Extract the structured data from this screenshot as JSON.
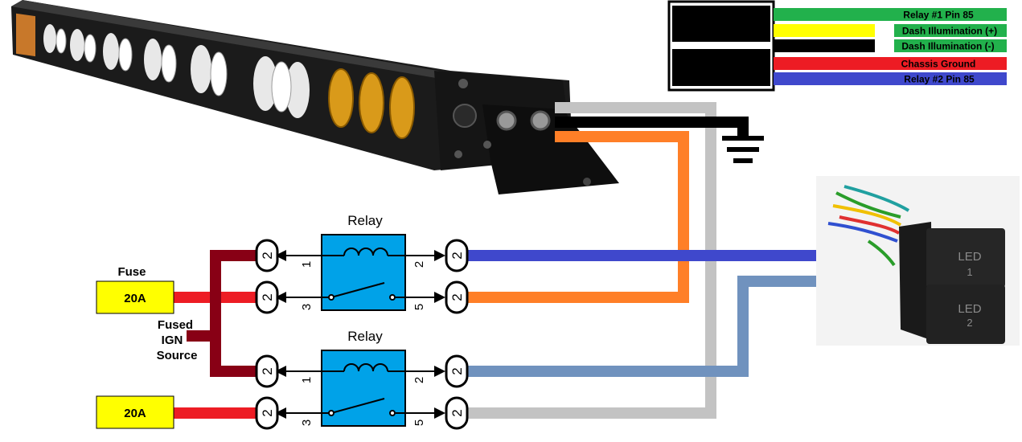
{
  "legend": {
    "items": [
      {
        "label": "Relay #1 Pin 85",
        "color": "#22b14c"
      },
      {
        "label": "Dash Illumination (+)",
        "color": "#ffff00"
      },
      {
        "label": "Dash Illumination (-)",
        "color": "#000000"
      },
      {
        "label": "Chassis Ground",
        "color": "#ed1c24"
      },
      {
        "label": "Relay #2 Pin 85",
        "color": "#3f48cc"
      }
    ]
  },
  "relays": [
    {
      "title": "Relay",
      "pins": {
        "p1": "1",
        "p2": "2",
        "p3": "3",
        "p5": "5"
      },
      "connector": "2"
    },
    {
      "title": "Relay",
      "pins": {
        "p1": "1",
        "p2": "2",
        "p3": "3",
        "p5": "5"
      },
      "connector": "2"
    }
  ],
  "fuse": {
    "title": "Fuse",
    "rating_top": "20A",
    "rating_bottom": "20A"
  },
  "ign": {
    "line1": "Fused",
    "line2": "IGN",
    "line3": "Source"
  },
  "switch": {
    "top_label_1": "LED",
    "top_label_2": "1",
    "bottom_label_1": "LED",
    "bottom_label_2": "2"
  },
  "colors": {
    "relay_fill": "#00a2e8",
    "fuse_fill": "#ffff00",
    "wire_red": "#ed1c24",
    "wire_darkred": "#880015",
    "wire_blue": "#3f48cc",
    "wire_lightblue": "#7092be",
    "wire_orange": "#ff7f27",
    "wire_gray": "#c3c3c3",
    "wire_black": "#000000"
  }
}
